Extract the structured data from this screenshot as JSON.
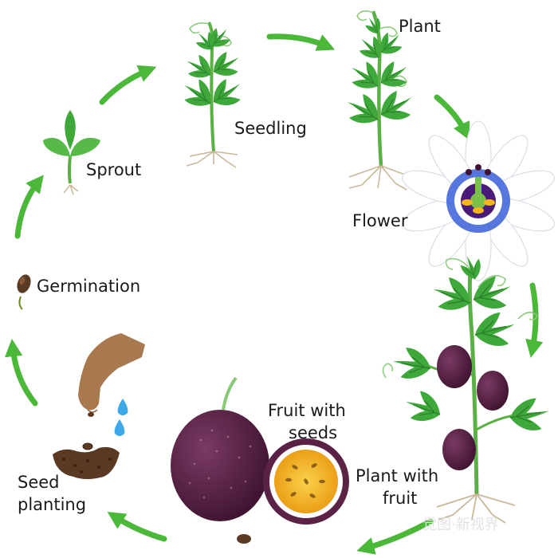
{
  "diagram": {
    "stages": [
      {
        "id": "germination",
        "label": "Germination"
      },
      {
        "id": "sprout",
        "label": "Sprout"
      },
      {
        "id": "seedling",
        "label": "Seedling"
      },
      {
        "id": "plant",
        "label": "Plant"
      },
      {
        "id": "flower",
        "label": "Flower"
      },
      {
        "id": "plant-with-fruit",
        "label_line1": "Plant with",
        "label_line2": "fruit"
      },
      {
        "id": "fruit-with-seeds",
        "label_line1": "Fruit with",
        "label_line2": "seeds"
      },
      {
        "id": "seed-planting",
        "label_line1": "Seed",
        "label_line2": "planting"
      }
    ],
    "watermark": "觉图·新视界"
  },
  "colors": {
    "arrow": "#4cb83a",
    "leaf": "#3fa83a",
    "leaf_dark": "#2a7f2a",
    "stem": "#5bb045",
    "root": "#c9b89a",
    "fruit": "#5a2346",
    "fruit_dark": "#3f1430",
    "pulp": "#f2b51a",
    "flower_purple": "#4a1a7a",
    "flower_blue": "#3a5fd9",
    "skin": "#a8794f",
    "water": "#3ea9e8",
    "soil": "#5a3a22"
  }
}
